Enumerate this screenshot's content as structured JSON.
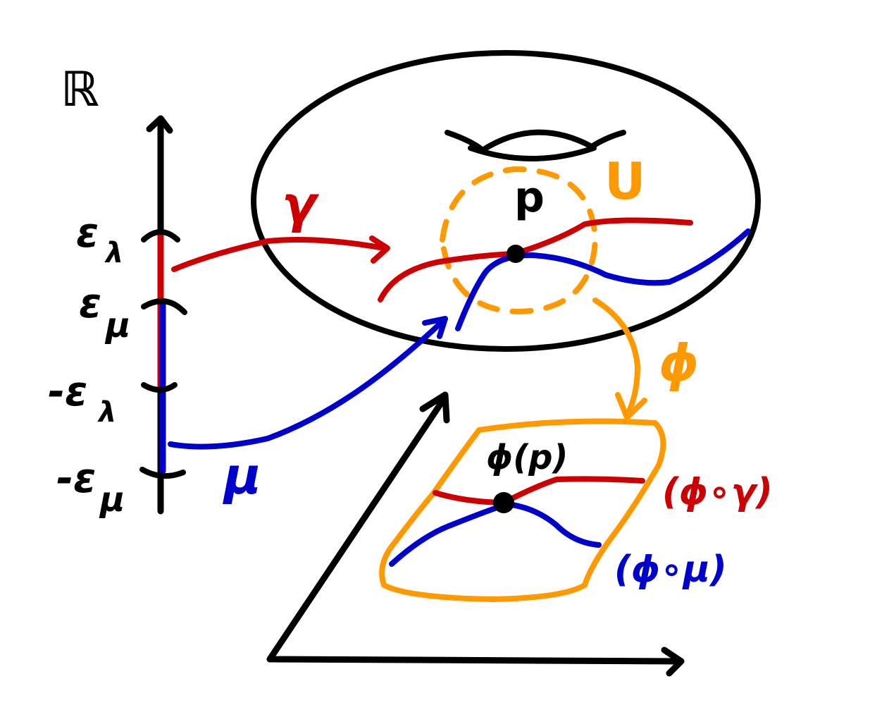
{
  "colors": {
    "black": "#000000",
    "red": "#cc0000",
    "blue": "#0000cc",
    "orange": "#ff9900"
  },
  "labels": {
    "reals": "ℝ",
    "eps_lambda": "ε",
    "eps_lambda_sub": "λ",
    "eps_mu": "ε",
    "eps_mu_sub": "μ",
    "neg_eps_lambda": "-ε",
    "neg_eps_lambda_sub": "λ",
    "neg_eps_mu": "-ε",
    "neg_eps_mu_sub": "μ",
    "gamma": "γ",
    "mu": "μ",
    "point_p": "p",
    "nbhd_U": "U",
    "chart_phi": "ϕ",
    "phi_p": "ϕ(p)",
    "phi_gamma": "(ϕ∘γ)",
    "phi_mu": "(ϕ∘μ)"
  },
  "icons": {
    "torus": "torus-icon",
    "axis_arrow": "arrow-icon",
    "point": "dot-icon"
  }
}
